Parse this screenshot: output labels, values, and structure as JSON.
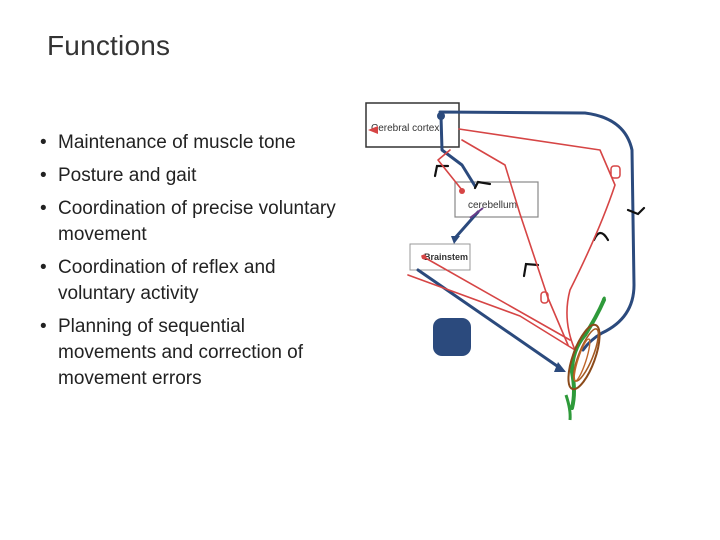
{
  "slide": {
    "title": "Functions",
    "bullets": [
      {
        "text": "Maintenance of muscle tone"
      },
      {
        "text": "Posture and gait"
      },
      {
        "text": "Coordination of precise voluntary movement"
      },
      {
        "text": "Coordination of reflex and voluntary activity"
      },
      {
        "text": "Planning of sequential movements and correction of movement errors"
      }
    ]
  },
  "diagram": {
    "boxes": {
      "cerebral_cortex": "Cerebral cortex",
      "cerebellum": "cerebellum",
      "brainstem": "Brainstem"
    },
    "colors": {
      "motor_pathway": "#2b4a7d",
      "sensory_pathway": "#d64545",
      "muscle": "#8b4a1a",
      "tendon": "#2e9a3a"
    }
  }
}
